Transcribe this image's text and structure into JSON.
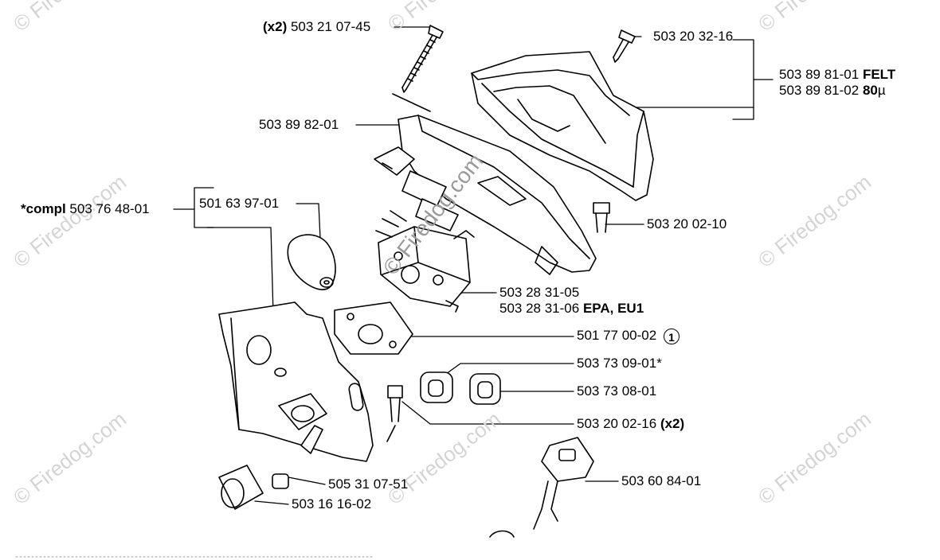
{
  "watermarks": {
    "text": "© Firedog.com",
    "center_text": "© Firedog.com"
  },
  "parts": {
    "screw_top_left": {
      "prefix": "(x2)",
      "number": "503 21 07-45"
    },
    "screw_top_right": {
      "number": "503 20 32-16"
    },
    "filter_felt": {
      "number": "503 89 81-01",
      "suffix": "FELT"
    },
    "filter_80": {
      "number": "503 89 81-02",
      "suffix": "80",
      "unit": "µ"
    },
    "holder": {
      "number": "503 89 82-01"
    },
    "kit_compl": {
      "prefix": "*compl",
      "number": "503 76 48-01"
    },
    "bellows": {
      "number": "501 63 97-01"
    },
    "screw_right": {
      "number": "503 20 02-10"
    },
    "carb_a": {
      "number": "503 28 31-05"
    },
    "carb_b": {
      "number": "503 28 31-06",
      "suffix": "EPA, EU1"
    },
    "gasket": {
      "number": "501 77 00-02",
      "badge": "1"
    },
    "grommet_a": {
      "number": "503 73 09-01*"
    },
    "grommet_b": {
      "number": "503 73 08-01"
    },
    "screw_bottom": {
      "number": "503 20 02-16",
      "suffix": "(x2)"
    },
    "nipple": {
      "number": "505 31 07-51"
    },
    "sleeve": {
      "number": "503 16 16-02"
    },
    "throttle_cable": {
      "number": "503 60 84-01"
    }
  }
}
